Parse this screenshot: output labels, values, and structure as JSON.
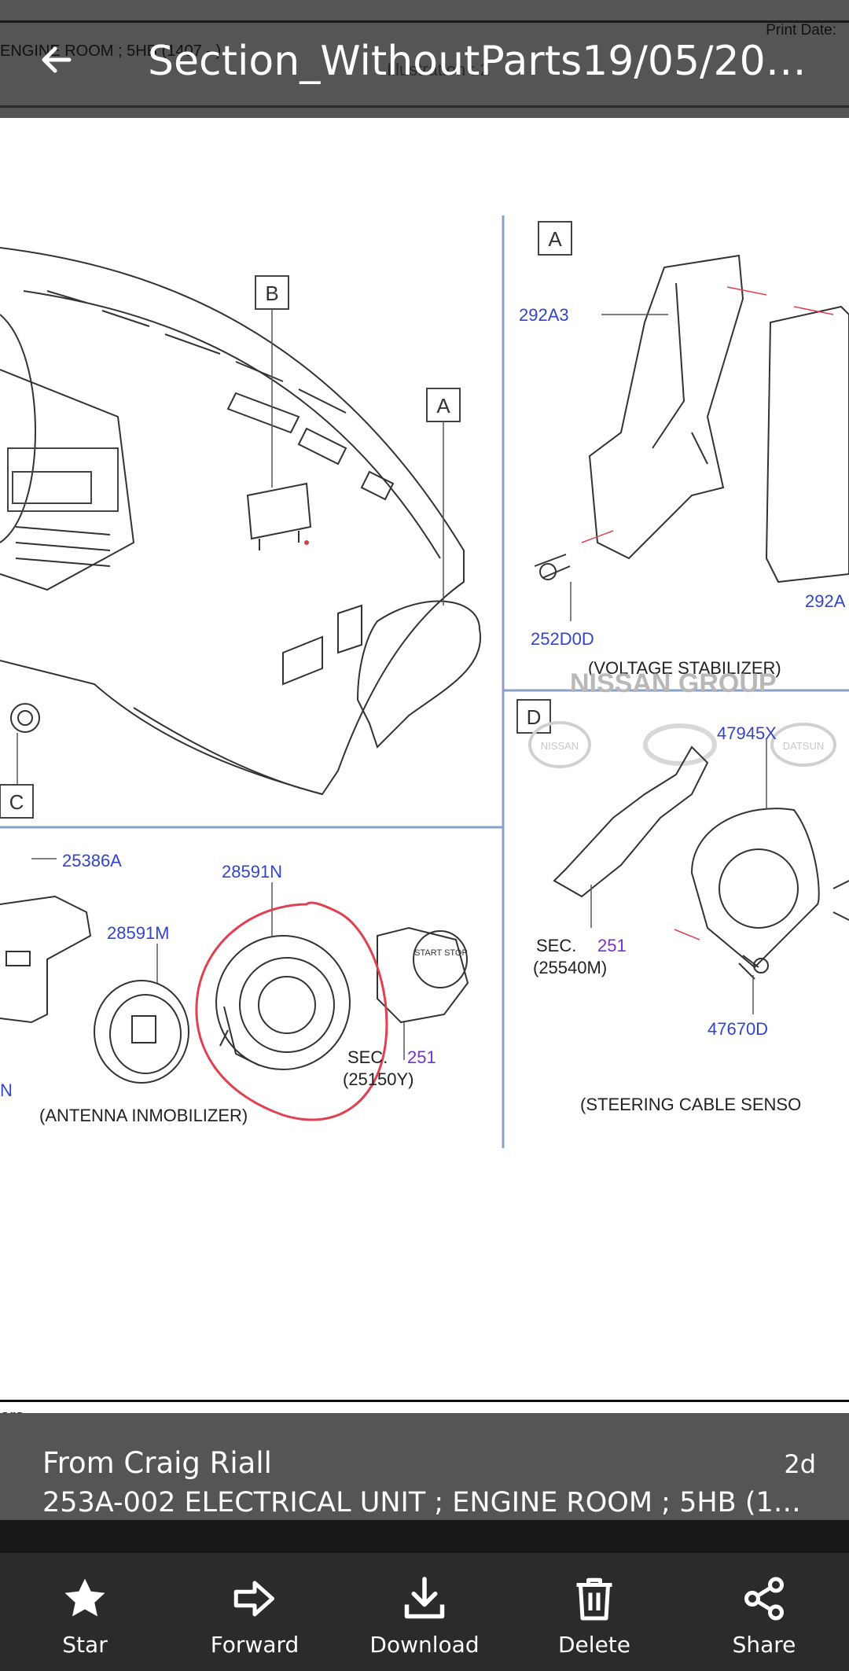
{
  "header": {
    "title": "Section_WithoutParts19/05/2022...",
    "doc_header_left": "ENGINE ROOM ; 5HB (1407 - )",
    "doc_header_right": "Print Date:",
    "doc_header_mid": "Illustration : 2",
    "back_icon": "arrow-left-icon"
  },
  "diagram": {
    "labels": {
      "callout_b": "B",
      "callout_a_left": "A",
      "callout_a_right": "A",
      "callout_c": "C",
      "callout_d": "D",
      "p_292A3": "292A3",
      "p_252D0D": "252D0D",
      "p_292A_partial": "292A",
      "voltage_stabilizer": "(VOLTAGE   STABILIZER)",
      "nissan_group": "NISSAN GROUP",
      "p_47945X": "47945X",
      "sec_251_right": "SEC.",
      "sec_251_right_num": "251",
      "p_25540M": "(25540M)",
      "p_47670D": "47670D",
      "steering_cable": "(STEERING   CABLE   SENSO",
      "p_25386A": "25386A",
      "p_28591N": "28591N",
      "p_28591M": "28591M",
      "partial_n": "N",
      "sec_251_left": "SEC.",
      "sec_251_left_num": "251",
      "p_25150Y": "(25150Y)",
      "antenna_inmobilizer": "(ANTENNA   INMOBILIZER)",
      "start_stop": "START STOP",
      "logo_nissan": "NISSAN",
      "logo_datsun": "DATSUN"
    },
    "footer_text": "ors."
  },
  "message": {
    "from": "From Craig Riall",
    "age": "2d",
    "subject": "253A-002 ELECTRICAL UNIT ; ENGINE ROOM ; 5HB (140..."
  },
  "actions": [
    {
      "label": "Star",
      "icon": "star-icon"
    },
    {
      "label": "Forward",
      "icon": "forward-arrow-icon"
    },
    {
      "label": "Download",
      "icon": "download-icon"
    },
    {
      "label": "Delete",
      "icon": "trash-icon"
    },
    {
      "label": "Share",
      "icon": "share-icon"
    }
  ],
  "colors": {
    "bar_bg": "#555555",
    "action_bar_bg": "#2b2b2b",
    "part_label_blue": "#3344cc",
    "annotation_red": "#e04050"
  }
}
